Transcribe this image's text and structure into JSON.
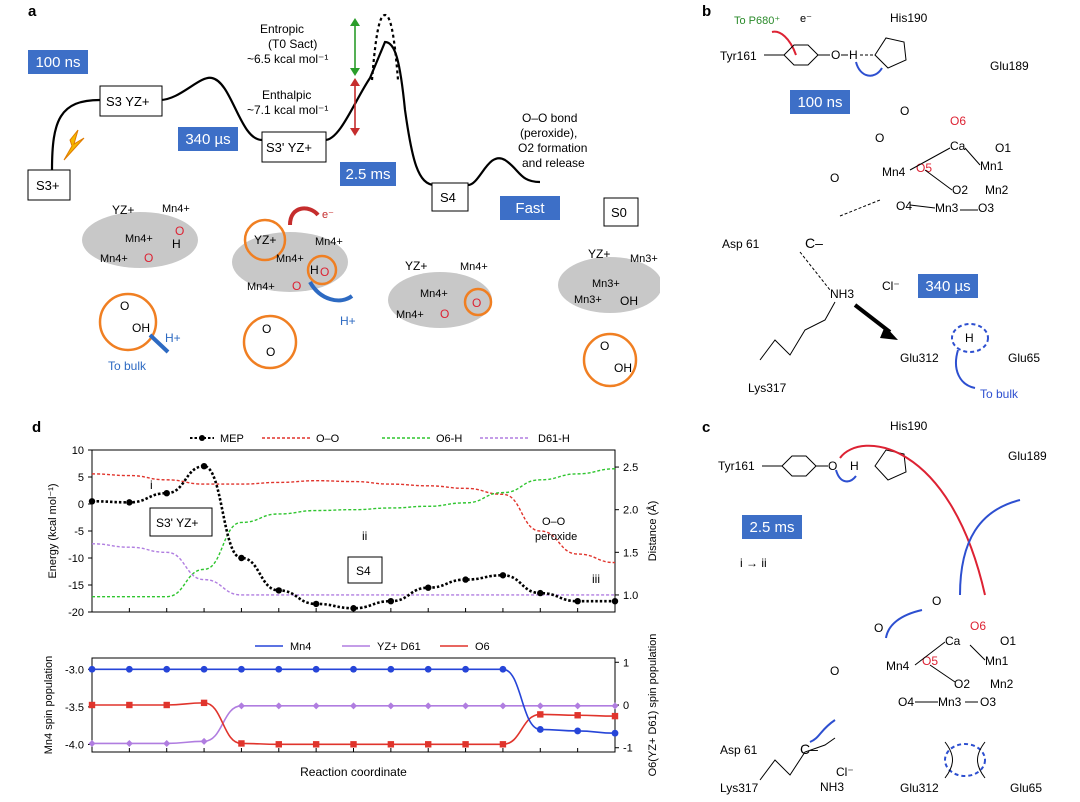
{
  "panel_labels": {
    "a": "a",
    "b": "b",
    "c": "c",
    "d": "d"
  },
  "panel_a": {
    "time_tags": [
      "100 ns",
      "340 µs",
      "2.5 ms",
      "Fast"
    ],
    "states": {
      "s3plus": "S3+",
      "s3yz": "S3 YZ+",
      "s3prime": "S3' YZ+",
      "s4": "S4",
      "s0": "S0"
    },
    "entropic_label": "Entropic",
    "entropic_expr": "(T0 Sact)",
    "entropic_value": "~6.5 kcal mol⁻¹",
    "enthalpic_label": "Enthalpic",
    "enthalpic_value": "~7.1 kcal mol⁻¹",
    "oo_note": [
      "O–O bond",
      "(peroxide),",
      "O2 formation",
      "and release"
    ],
    "labels": {
      "mn4": "Mn4+",
      "mn3": "Mn3+",
      "h": "H",
      "o": "O",
      "oh": "OH",
      "hplus": "H+",
      "to_bulk": "To bulk",
      "eminus": "e⁻",
      "yz": "YZ+"
    }
  },
  "panel_b": {
    "residues": [
      "Tyr161",
      "His190",
      "Glu189",
      "Asp 61",
      "Lys317",
      "Glu312",
      "Glu65"
    ],
    "to_p680": "To P680⁺",
    "eminus": "e⁻",
    "time_tags": [
      "100 ns",
      "340 µs"
    ],
    "cluster_atoms": [
      "Ca",
      "O6",
      "O1",
      "Mn1",
      "Mn4",
      "O5",
      "O2",
      "Mn2",
      "O4",
      "Mn3",
      "O3"
    ],
    "nh3": "NH3",
    "cl": "Cl⁻",
    "to_bulk": "To bulk"
  },
  "panel_c": {
    "residues": [
      "Tyr161",
      "His190",
      "Glu189",
      "Asp 61",
      "Lys317",
      "Glu312",
      "Glu65"
    ],
    "time_tag": "2.5 ms",
    "transition": "i → ii",
    "cl": "Cl⁻"
  },
  "chart_data": [
    {
      "type": "line",
      "legend": [
        "MEP",
        "O–O",
        "O6-H",
        "D61-H"
      ],
      "ylabel_left": "Energy (kcal mol⁻¹)",
      "ylabel_right": "Distance (Å)",
      "ylim_left": [
        -20,
        10
      ],
      "ylim_right": [
        0.8,
        2.7
      ],
      "yticks_left": [
        10,
        5,
        0,
        -5,
        -10,
        -15,
        -20
      ],
      "yticks_right": [
        2.5,
        2.0,
        1.5,
        1.0
      ],
      "annotations": [
        "i",
        "ii",
        "iii",
        "S3' YZ+",
        "S4",
        "O–O",
        "peroxide"
      ],
      "x": [
        0,
        1,
        2,
        3,
        4,
        5,
        6,
        7,
        8,
        9,
        10,
        11,
        12,
        13,
        14
      ],
      "mep": [
        0.5,
        0.3,
        2.0,
        7.0,
        -10.0,
        -16.0,
        -18.5,
        -19.3,
        -18.0,
        -15.5,
        -14.0,
        -13.2,
        -16.5,
        -18.0,
        -18.0
      ],
      "oo": [
        2.42,
        2.4,
        2.35,
        2.3,
        2.3,
        2.32,
        2.34,
        2.33,
        2.3,
        2.28,
        2.25,
        2.18,
        1.75,
        1.48,
        1.38
      ],
      "o6h": [
        0.98,
        0.98,
        0.98,
        1.3,
        1.85,
        1.95,
        1.99,
        2.0,
        2.02,
        2.04,
        2.08,
        2.2,
        2.35,
        2.42,
        2.48
      ],
      "d61h": [
        1.6,
        1.56,
        1.5,
        1.18,
        1.0,
        1.0,
        1.0,
        1.0,
        1.0,
        1.0,
        1.0,
        1.0,
        1.0,
        1.0,
        1.0
      ]
    },
    {
      "type": "line",
      "legend": [
        "Mn4",
        "YZ+ D61",
        "O6"
      ],
      "xlabel": "Reaction coordinate",
      "ylabel_left": "Mn4 spin population",
      "ylabel_right": "O6(YZ+ D61) spin population",
      "ylim_left": [
        -4.1,
        -2.85
      ],
      "ylim_right": [
        -1.1,
        1.1
      ],
      "yticks_left": [
        -3.0,
        -3.5,
        -4.0
      ],
      "yticks_right": [
        1,
        0,
        -1
      ],
      "x": [
        0,
        1,
        2,
        3,
        4,
        5,
        6,
        7,
        8,
        9,
        10,
        11,
        12,
        13,
        14
      ],
      "mn4": [
        -3.0,
        -3.0,
        -3.0,
        -3.0,
        -3.0,
        -3.0,
        -3.0,
        -3.0,
        -3.0,
        -3.0,
        -3.0,
        -3.0,
        -3.8,
        -3.82,
        -3.85
      ],
      "yz_d61": [
        -0.9,
        -0.9,
        -0.9,
        -0.85,
        -0.02,
        -0.02,
        -0.02,
        -0.02,
        -0.02,
        -0.02,
        -0.02,
        -0.02,
        -0.02,
        -0.02,
        -0.02
      ],
      "o6": [
        0.0,
        0.0,
        0.0,
        0.05,
        -0.9,
        -0.92,
        -0.92,
        -0.92,
        -0.92,
        -0.92,
        -0.92,
        -0.92,
        -0.22,
        -0.24,
        -0.26
      ]
    }
  ]
}
